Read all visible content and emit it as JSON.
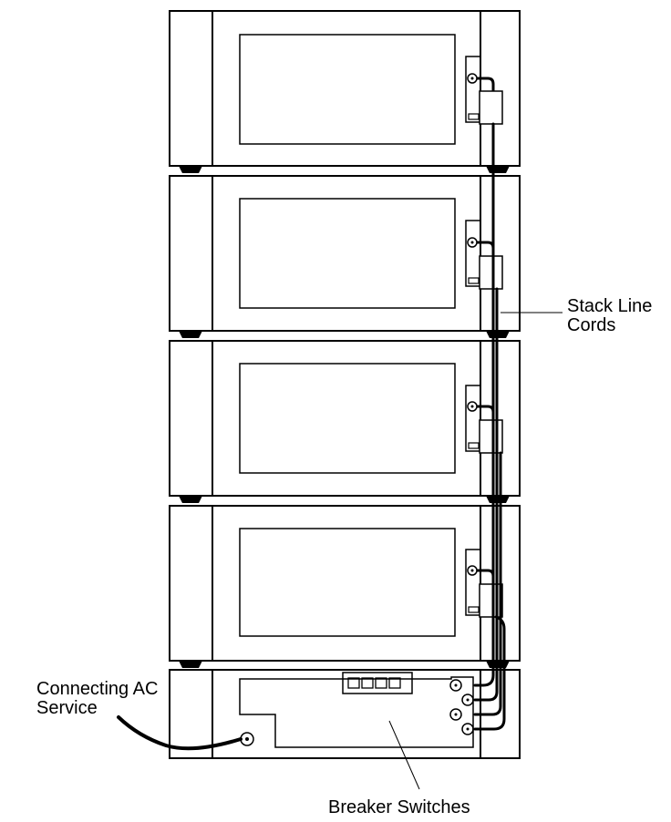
{
  "labels": {
    "stack_line_cords": [
      "Stack Line",
      "Cords"
    ],
    "connecting_ac_service": [
      "Connecting AC",
      "Service"
    ],
    "breaker_switches": "Breaker Switches"
  },
  "units": [
    {
      "name": "stack-unit-1"
    },
    {
      "name": "stack-unit-2"
    },
    {
      "name": "stack-unit-3"
    },
    {
      "name": "stack-unit-4"
    }
  ],
  "breaker_switch_count": 4,
  "colors": {
    "line": "#000000",
    "background": "#ffffff"
  }
}
